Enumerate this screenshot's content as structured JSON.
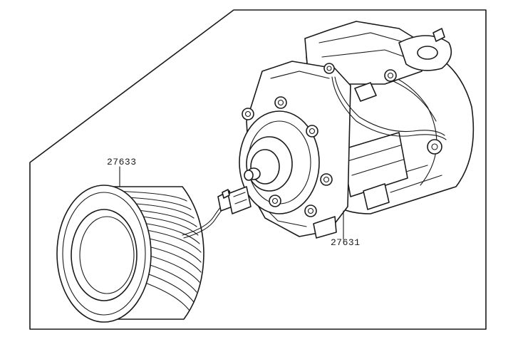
{
  "diagram": {
    "parts": [
      {
        "id": "clutch-pulley",
        "label": "27633"
      },
      {
        "id": "compressor",
        "label": "27631"
      }
    ],
    "colors": {
      "line": "#1a1a1a",
      "background": "#ffffff"
    }
  }
}
